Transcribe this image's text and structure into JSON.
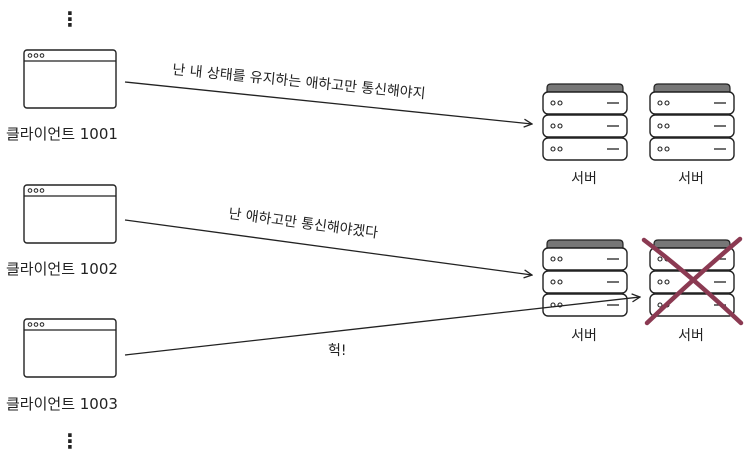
{
  "clients": [
    {
      "label": "클라이언트 1001"
    },
    {
      "label": "클라이언트 1002"
    },
    {
      "label": "클라이언트 1003"
    }
  ],
  "servers": [
    {
      "label": "서버",
      "status": "up"
    },
    {
      "label": "서버",
      "status": "up"
    },
    {
      "label": "서버",
      "status": "up"
    },
    {
      "label": "서버",
      "status": "down"
    }
  ],
  "messages": {
    "client1": "난 내 상태를 유지하는 애하고만 통신해야지",
    "client2": "난 애하고만 통신해야겠다",
    "client3": "헉!"
  },
  "ellipsis_top": "⋮",
  "ellipsis_bottom": "⋮",
  "colors": {
    "stroke": "#222222",
    "server_top": "#777777",
    "cross": "#8b3a52"
  },
  "icons": {
    "client": "browser-window-icon",
    "server": "server-rack-icon",
    "failure": "cross-mark-icon"
  }
}
